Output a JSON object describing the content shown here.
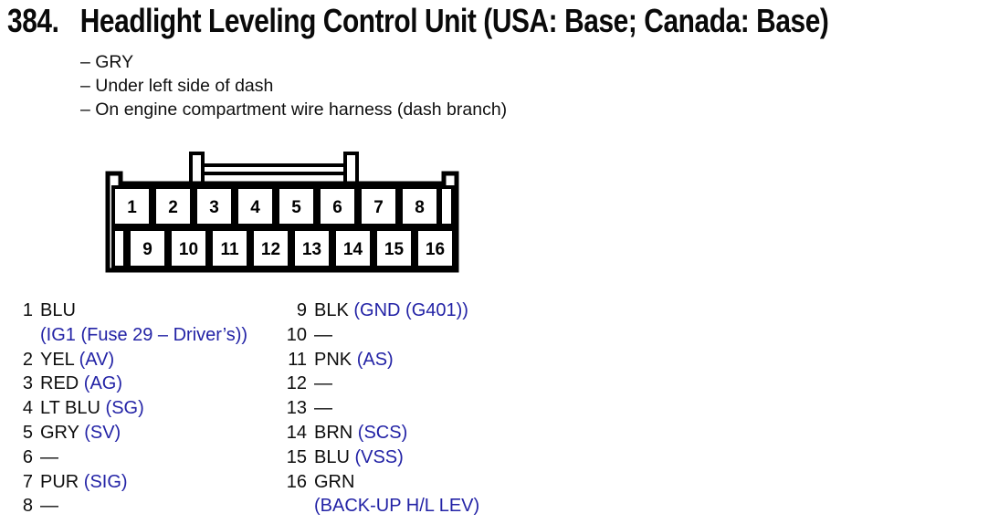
{
  "header": {
    "number": "384.",
    "title": "Headlight Leveling Control Unit (USA: Base; Canada: Base)",
    "notes": [
      "– GRY",
      "– Under left side of dash",
      "– On engine compartment wire harness (dash branch)"
    ]
  },
  "connector": {
    "top_row": [
      "1",
      "2",
      "3",
      "4",
      "5",
      "6",
      "7",
      "8",
      ""
    ],
    "bottom_row": [
      "",
      "9",
      "10",
      "11",
      "12",
      "13",
      "14",
      "15",
      "16"
    ]
  },
  "pin_list": {
    "left": [
      {
        "num": "1",
        "wire": "BLU",
        "signal": ""
      },
      {
        "num": "",
        "wire": "",
        "signal": "(IG1 (Fuse 29 – Driver’s))"
      },
      {
        "num": "2",
        "wire": "YEL",
        "signal": "(AV)"
      },
      {
        "num": "3",
        "wire": "RED",
        "signal": "(AG)"
      },
      {
        "num": "4",
        "wire": "LT BLU",
        "signal": "(SG)"
      },
      {
        "num": "5",
        "wire": "GRY",
        "signal": "(SV)"
      },
      {
        "num": "6",
        "wire": "—",
        "signal": ""
      },
      {
        "num": "7",
        "wire": "PUR",
        "signal": "(SIG)"
      },
      {
        "num": "8",
        "wire": "—",
        "signal": ""
      }
    ],
    "right": [
      {
        "num": "9",
        "wire": "BLK",
        "signal": "(GND (G401))"
      },
      {
        "num": "10",
        "wire": "—",
        "signal": ""
      },
      {
        "num": "11",
        "wire": "PNK",
        "signal": "(AS)"
      },
      {
        "num": "12",
        "wire": "—",
        "signal": ""
      },
      {
        "num": "13",
        "wire": "—",
        "signal": ""
      },
      {
        "num": "14",
        "wire": "BRN",
        "signal": "(SCS)"
      },
      {
        "num": "15",
        "wire": "BLU",
        "signal": "(VSS)"
      },
      {
        "num": "16",
        "wire": "GRN",
        "signal": ""
      },
      {
        "num": "",
        "wire": "",
        "signal": "(BACK-UP H/L LEV)"
      }
    ]
  },
  "colors": {
    "signal_blue": "#2323a6",
    "line_black": "#000000",
    "background": "#ffffff"
  }
}
